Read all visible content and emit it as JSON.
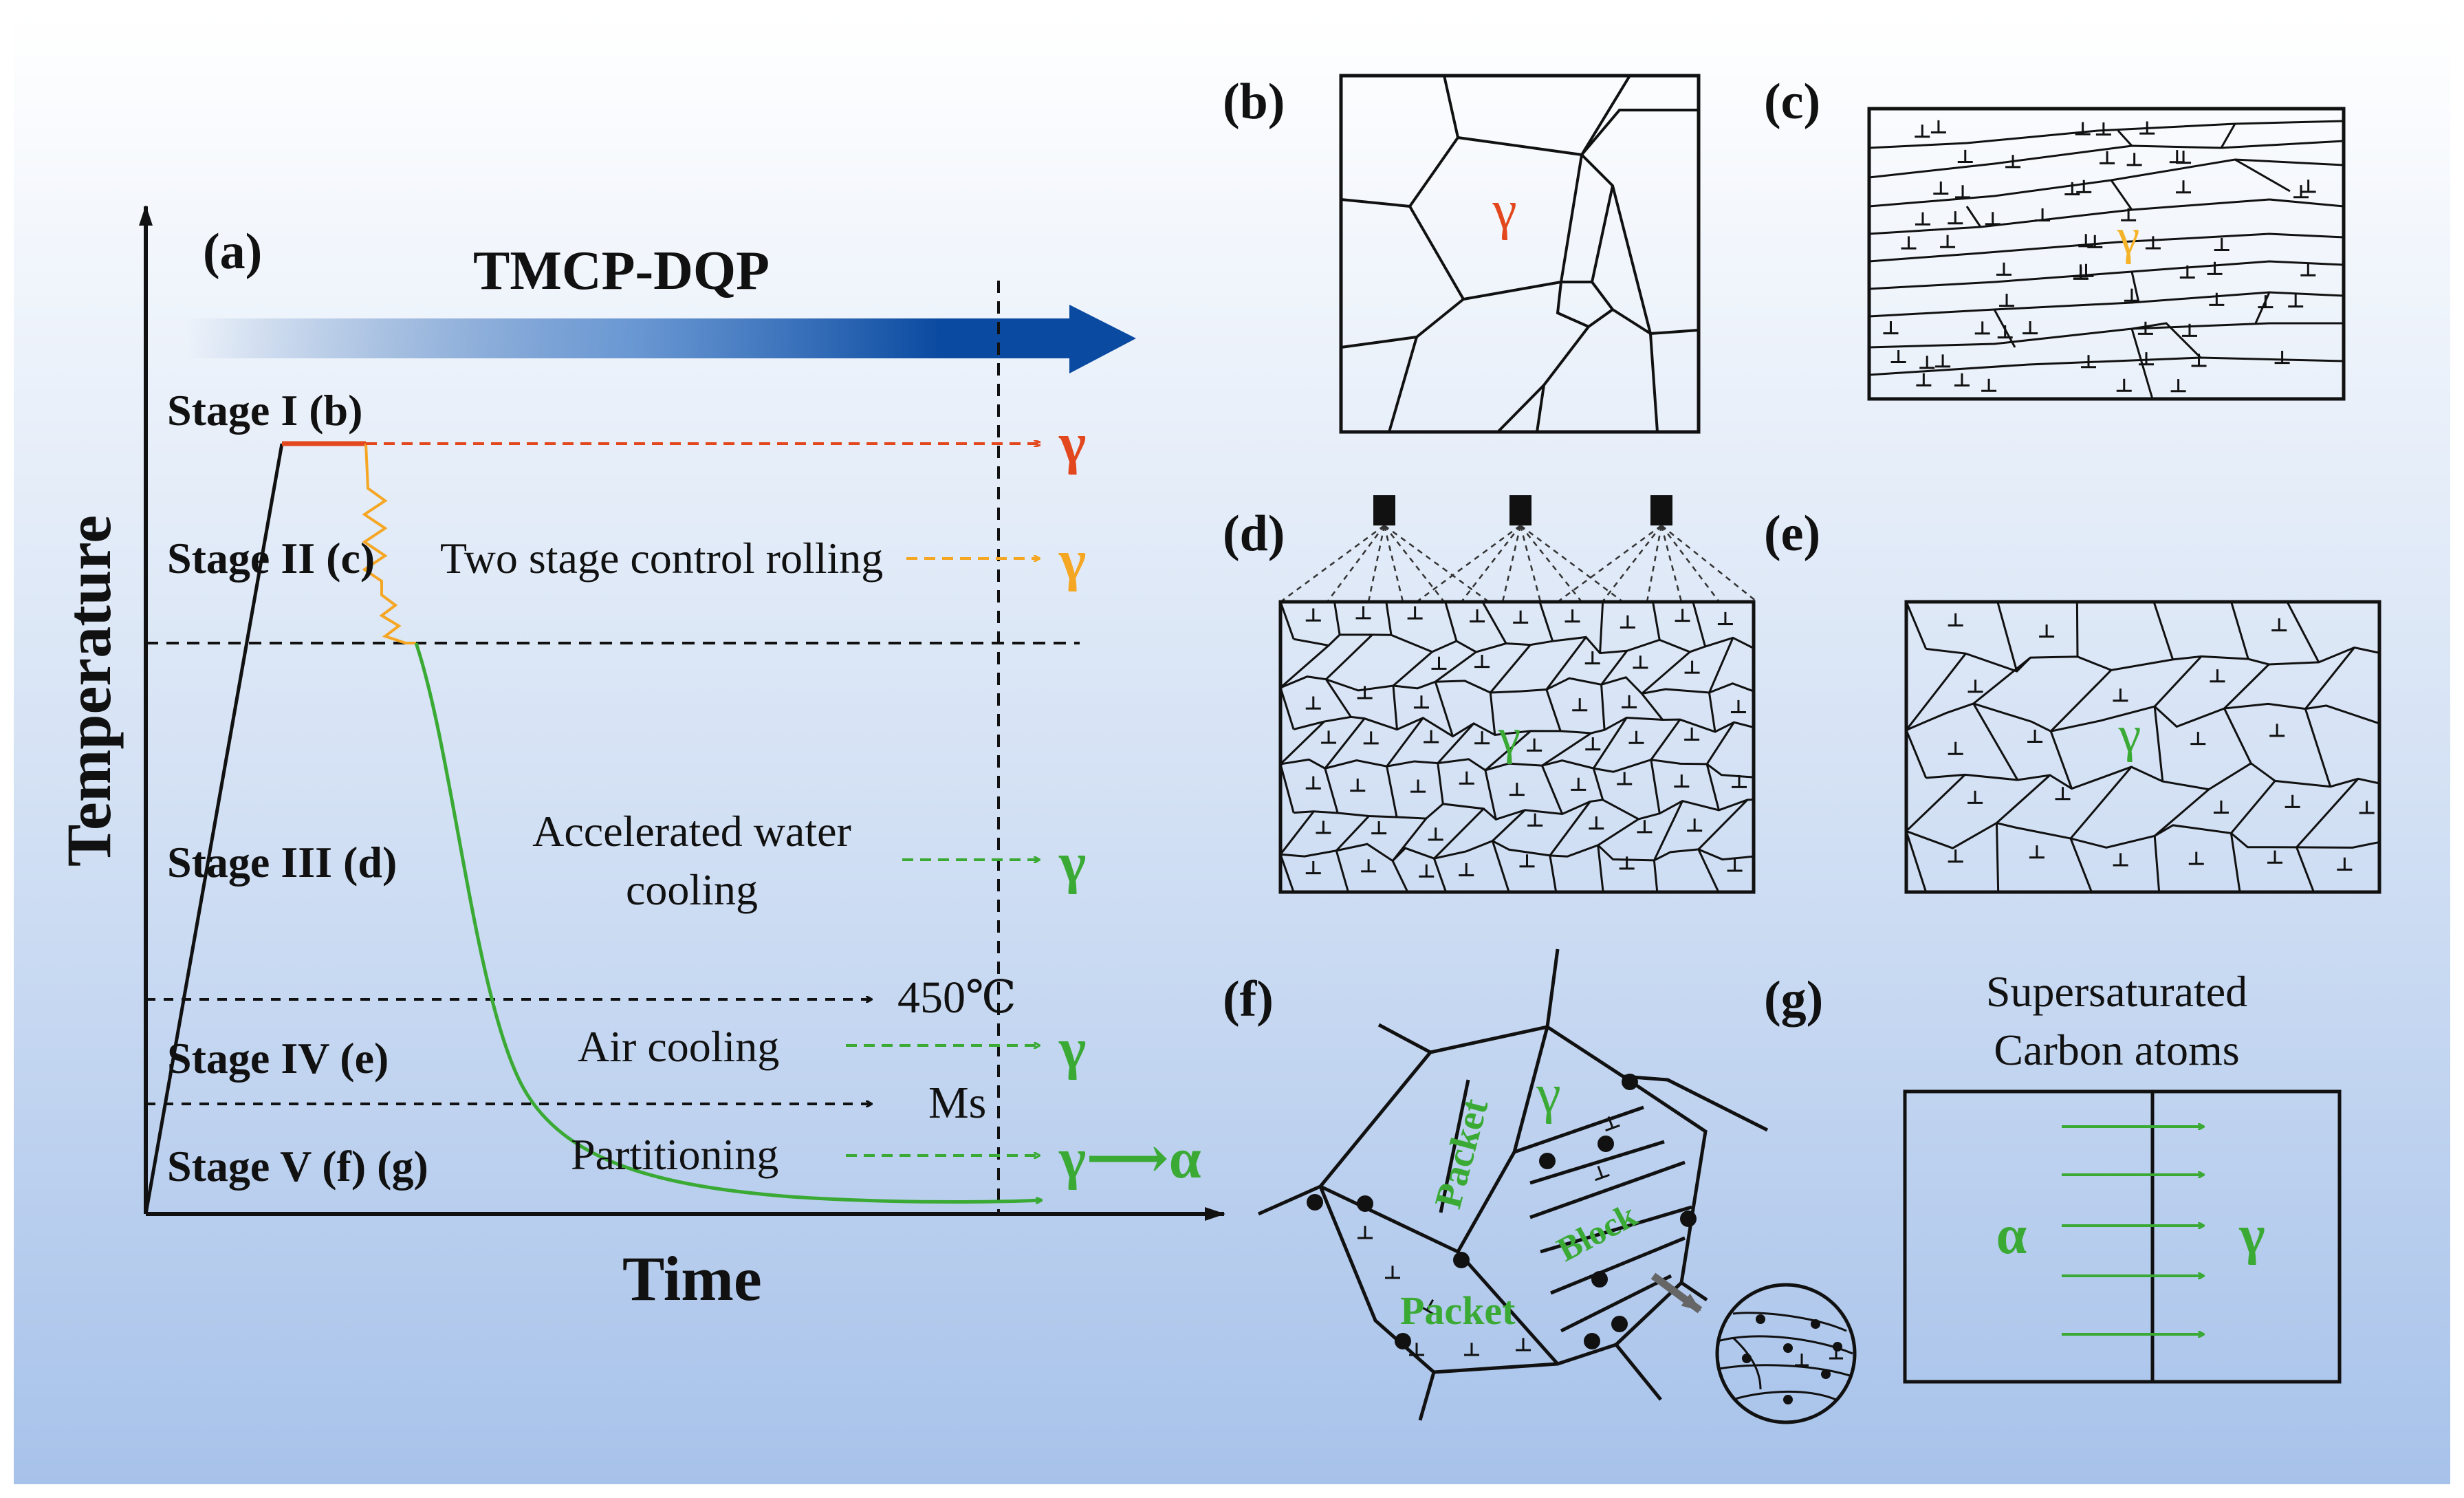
{
  "panel_a": {
    "label": "(a)",
    "title": "TMCP-DQP",
    "y_axis_label": "Temperature",
    "x_axis_label": "Time",
    "stages": [
      {
        "label": "Stage I (b)",
        "process": "",
        "phase": "γ",
        "color": "#e2471e"
      },
      {
        "label": "Stage II (c)",
        "process": "Two stage control rolling",
        "phase": "γ",
        "color": "#f5a623"
      },
      {
        "label": "Stage III (d)",
        "process_line1": "Accelerated water",
        "process_line2": "cooling",
        "phase": "γ",
        "color": "#3aaa35"
      },
      {
        "label": "Stage IV (e)",
        "process": "Air cooling",
        "phase": "γ",
        "color": "#3aaa35"
      },
      {
        "label": "Stage V (f) (g)",
        "process": "Partitioning",
        "phase": "γ⟶α",
        "color": "#3aaa35"
      }
    ],
    "temp_450": "450℃",
    "temp_ms": "Ms"
  },
  "panel_b": {
    "label": "(b)",
    "phase": "γ",
    "phase_color": "#e2471e"
  },
  "panel_c": {
    "label": "(c)",
    "phase": "γ",
    "phase_color": "#f5b32a"
  },
  "panel_d": {
    "label": "(d)",
    "phase": "γ",
    "phase_color": "#3aaa35"
  },
  "panel_e": {
    "label": "(e)",
    "phase": "γ",
    "phase_color": "#3aaa35"
  },
  "panel_f": {
    "label": "(f)",
    "phase": "γ",
    "packet_1": "Packet",
    "packet_2": "Packet",
    "block": "Block",
    "text_color": "#3aaa35"
  },
  "panel_g": {
    "label": "(g)",
    "title_line1": "Supersaturated",
    "title_line2": "Carbon atoms",
    "left_phase": "α",
    "right_phase": "γ"
  },
  "colors": {
    "bg_top": "#ffffff",
    "bg_bottom": "#a7c2ea",
    "arrow_dark": "#0a4aa0",
    "green": "#3aaa35",
    "orange": "#f5a623",
    "red": "#e2471e"
  }
}
